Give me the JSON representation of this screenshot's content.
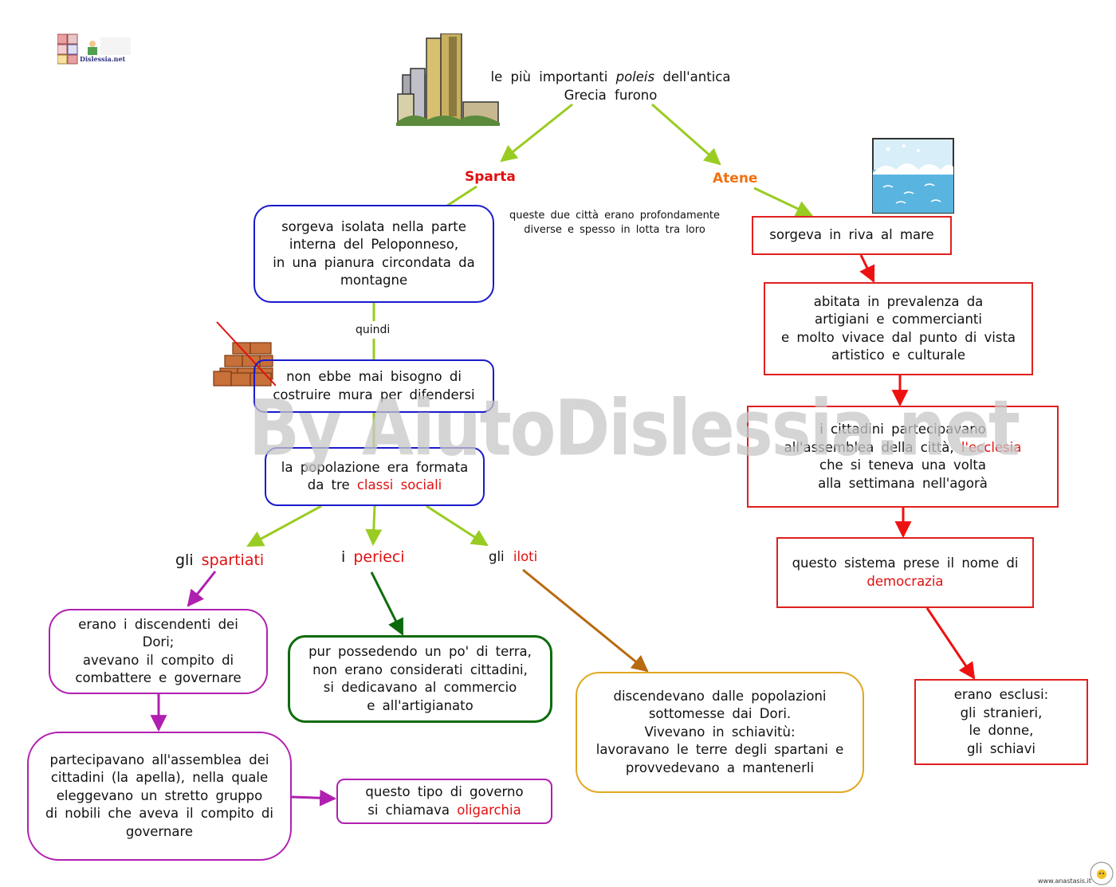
{
  "title": {
    "line1_a": "le più importanti",
    "line1_em": "poleis",
    "line1_b": "dell'antica",
    "line2": "Grecia furono"
  },
  "sparta": {
    "label": "Sparta",
    "location": "sorgeva isolata nella parte\ninterna del Peloponneso,\nin una pianura circondata da\nmontagne",
    "link_word": "quindi",
    "walls": "non ebbe mai bisogno di\ncostruire mura per difendersi",
    "population_a": "la popolazione era formata",
    "population_b": "da tre",
    "population_hl": "classi sociali",
    "classes": {
      "spartiati": {
        "prefix": "gli",
        "name": "spartiati",
        "desc": "erano i discendenti dei\nDori;\navevano il compito di\ncombattere e governare",
        "assembly": "partecipavano all'assemblea dei\ncittadini (la apella), nella quale\neleggevano un stretto gruppo\ndi nobili che aveva il compito di\ngovernare",
        "gov_a": "questo tipo di governo",
        "gov_b": "si chiamava",
        "gov_hl": "oligarchia"
      },
      "perieci": {
        "prefix": "i",
        "name": "perieci",
        "desc": "pur possedendo un po' di terra,\nnon erano considerati cittadini,\nsi dedicavano al commercio\ne all'artigianato"
      },
      "iloti": {
        "prefix": "gli",
        "name": "iloti",
        "desc": "discendevano dalle popolazioni\nsottomesse dai Dori.\nVivevano in schiavitù:\nlavoravano le terre degli spartani e\nprovvedevano a mantenerli"
      }
    }
  },
  "atene": {
    "label": "Atene",
    "location": "sorgeva in riva al mare",
    "people": "abitata in prevalenza da\nartigiani e commercianti\ne molto vivace dal punto di vista\nartistico e culturale",
    "assembly_a": "i cittadini partecipavano",
    "assembly_b": "all'assemblea della città,",
    "assembly_hl": "l'ecclesia",
    "assembly_c": "che si teneva una volta\nalla settimana nell'agorà",
    "system_a": "questo sistema prese il nome di",
    "system_hl": "democrazia",
    "excluded": "erano esclusi:\ngli stranieri,\nle donne,\ngli schiavi"
  },
  "middle_note": "queste due città erano profondamente\ndiverse e spesso in lotta tra loro",
  "watermark": "By AiutoDislessia.net",
  "logo_text": "Dislessia.net",
  "footer": "www.anastasis.it",
  "colors": {
    "sparta": "#e01010",
    "atene": "#f07010",
    "highlight": "#e01010",
    "arrow_top": "#99cc22"
  }
}
